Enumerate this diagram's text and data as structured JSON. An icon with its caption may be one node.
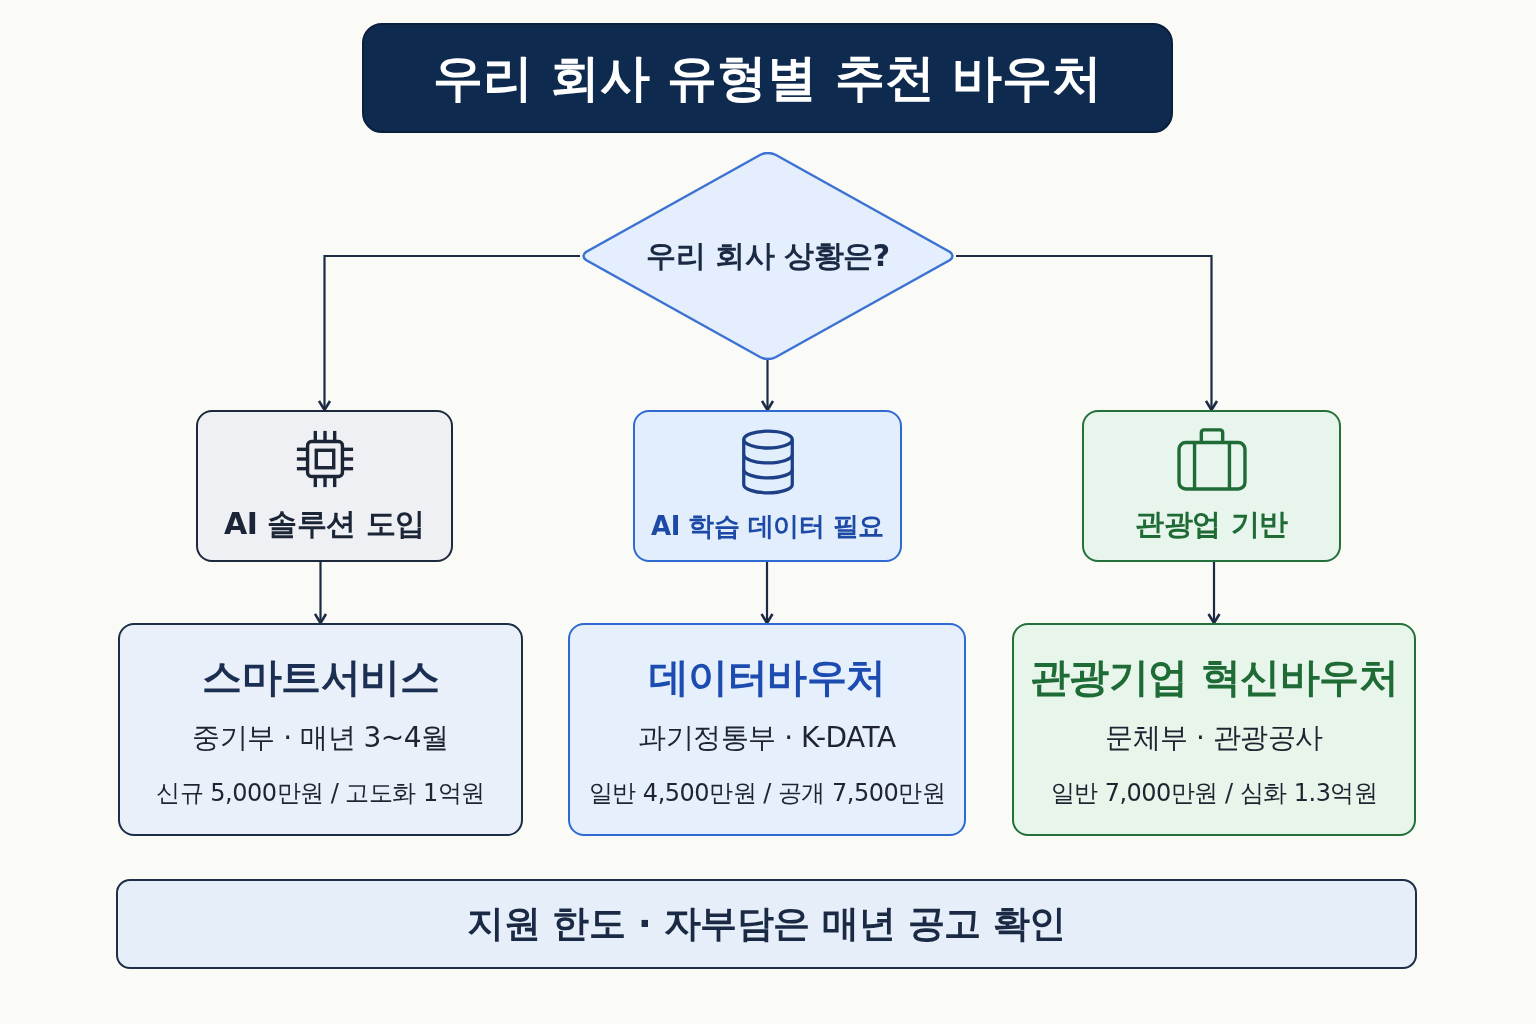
{
  "diagram": {
    "title": "우리 회사 유형별 추천 바우처",
    "nodes": [
      {
        "text": [
          "우리 회사 상황은?"
        ]
      },
      {
        "text": [
          "AI 솔루션 도입"
        ]
      },
      {
        "text": [
          "AI 학습 데이터 필요"
        ]
      },
      {
        "text": [
          "관광업 기반"
        ]
      },
      {
        "text": [
          "스마트서비스",
          "중기부 · 매년 3~4월",
          "신규 5,000만원 / 고도화 1억원"
        ]
      },
      {
        "text": [
          "데이터바우처",
          "과기정통부 · K-DATA",
          "일반 4,500만원 / 공개 7,500만원"
        ]
      },
      {
        "text": [
          "관광기업 혁신바우처",
          "문체부 · 관광공사",
          "일반 7,000만원 / 심화 1.3억원"
        ]
      },
      {
        "text": [
          "지원 한도 · 자부담은 매년 공고 확인"
        ]
      }
    ],
    "edges": [
      {
        "from": 0,
        "to": 1,
        "arrow": "to"
      },
      {
        "from": 0,
        "to": 2,
        "arrow": "to"
      },
      {
        "from": 0,
        "to": 3,
        "arrow": "to"
      },
      {
        "from": 1,
        "to": 4,
        "arrow": "to"
      },
      {
        "from": 2,
        "to": 5,
        "arrow": "to"
      },
      {
        "from": 3,
        "to": 6,
        "arrow": "to"
      }
    ]
  }
}
